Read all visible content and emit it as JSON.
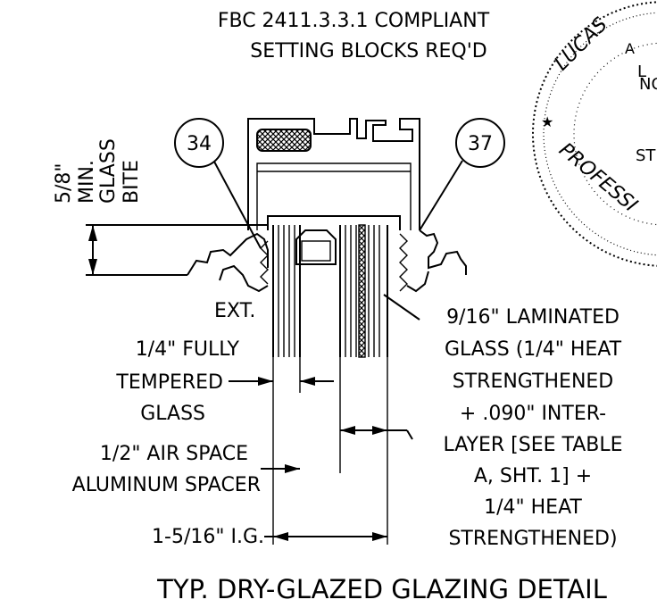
{
  "notes": {
    "fbc_line1": "FBC 2411.3.3.1 COMPLIANT",
    "fbc_line2": "SETTING BLOCKS REQ'D"
  },
  "callouts": {
    "left": "34",
    "right": "37"
  },
  "glass_bite": {
    "line1": "5/8\"",
    "line2": "MIN.",
    "line3": "GLASS",
    "line4": "BITE"
  },
  "ext_label": "EXT.",
  "tempered_glass": {
    "line1": "1/4\" FULLY",
    "line2": "TEMPERED",
    "line3": "GLASS"
  },
  "air_space": {
    "line1": "1/2\" AIR SPACE",
    "line2": "ALUMINUM SPACER"
  },
  "ig_label": "1-5/16\" I.G.",
  "laminated_glass": {
    "line1": "9/16\" LAMINATED",
    "line2": "GLASS (1/4\" HEAT",
    "line3": "STRENGTHENED",
    "line4": "+ .090\" INTER-",
    "line5": "LAYER [SEE TABLE",
    "line6": "A, SHT. 1] +",
    "line7": "1/4\" HEAT",
    "line8": "STRENGTHENED)"
  },
  "title": "TYP. DRY-GLAZED GLAZING DETAIL",
  "seal": {
    "text1": "LUCAS",
    "text2": "PROFESSI"
  }
}
